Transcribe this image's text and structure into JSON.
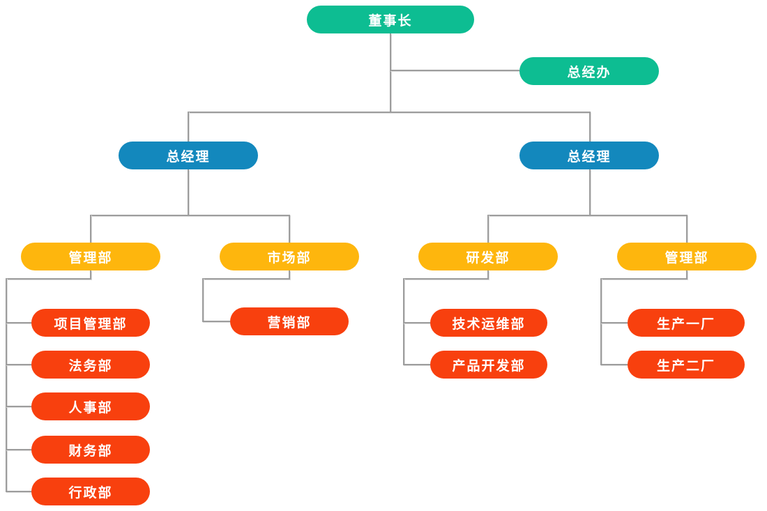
{
  "diagram": {
    "type": "org-chart",
    "background": "#ffffff"
  },
  "colors": {
    "teal": "#0dbd92",
    "blue": "#1388bd",
    "yellow": "#feb60d",
    "red": "#f8400e",
    "line": "#9d9d9d",
    "text": "#ffffff"
  },
  "nodes": {
    "chairman": {
      "label": "董事长",
      "color": "#0dbd92"
    },
    "gm_office": {
      "label": "总经办",
      "color": "#0dbd92"
    },
    "gm_left": {
      "label": "总经理",
      "color": "#1388bd"
    },
    "gm_right": {
      "label": "总经理",
      "color": "#1388bd"
    },
    "mgmt_left": {
      "label": "管理部",
      "color": "#feb60d"
    },
    "market": {
      "label": "市场部",
      "color": "#feb60d"
    },
    "rnd": {
      "label": "研发部",
      "color": "#feb60d"
    },
    "mgmt_right": {
      "label": "管理部",
      "color": "#feb60d"
    },
    "project_mgmt": {
      "label": "项目管理部",
      "color": "#f8400e"
    },
    "legal": {
      "label": "法务部",
      "color": "#f8400e"
    },
    "hr": {
      "label": "人事部",
      "color": "#f8400e"
    },
    "finance": {
      "label": "财务部",
      "color": "#f8400e"
    },
    "admin": {
      "label": "行政部",
      "color": "#f8400e"
    },
    "sales": {
      "label": "营销部",
      "color": "#f8400e"
    },
    "tech_ops": {
      "label": "技术运维部",
      "color": "#f8400e"
    },
    "product_dev": {
      "label": "产品开发部",
      "color": "#f8400e"
    },
    "plant1": {
      "label": "生产一厂",
      "color": "#f8400e"
    },
    "plant2": {
      "label": "生产二厂",
      "color": "#f8400e"
    }
  },
  "hierarchy": {
    "label": "董事长",
    "children": [
      {
        "label": "总经办"
      },
      {
        "label": "总经理",
        "children": [
          {
            "label": "管理部",
            "children": [
              {
                "label": "项目管理部"
              },
              {
                "label": "法务部"
              },
              {
                "label": "人事部"
              },
              {
                "label": "财务部"
              },
              {
                "label": "行政部"
              }
            ]
          },
          {
            "label": "市场部",
            "children": [
              {
                "label": "营销部"
              }
            ]
          }
        ]
      },
      {
        "label": "总经理",
        "children": [
          {
            "label": "研发部",
            "children": [
              {
                "label": "技术运维部"
              },
              {
                "label": "产品开发部"
              }
            ]
          },
          {
            "label": "管理部",
            "children": [
              {
                "label": "生产一厂"
              },
              {
                "label": "生产二厂"
              }
            ]
          }
        ]
      }
    ]
  }
}
